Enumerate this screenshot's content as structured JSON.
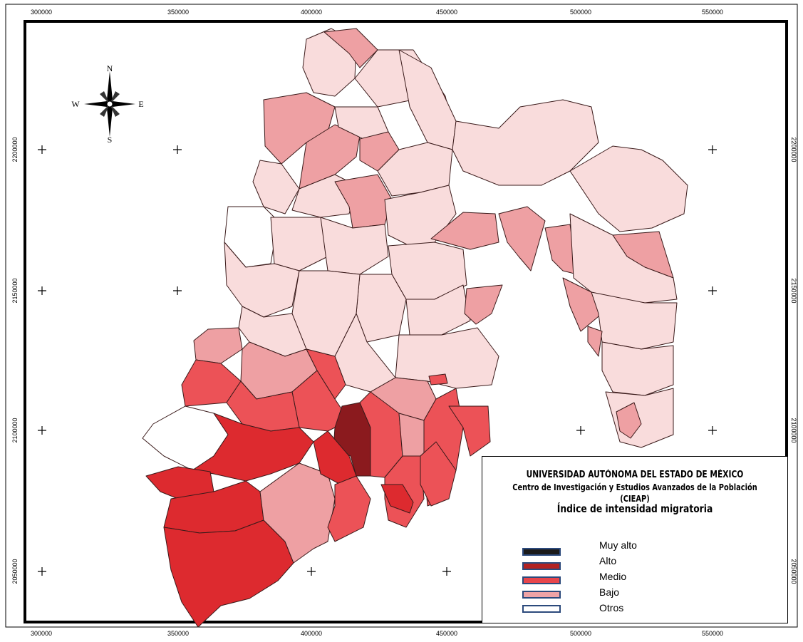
{
  "axes": {
    "x_ticks": [
      "300000",
      "350000",
      "400000",
      "450000",
      "500000",
      "550000"
    ],
    "y_ticks": [
      "2200000",
      "2150000",
      "2100000",
      "2050000"
    ]
  },
  "compass": {
    "n": "N",
    "s": "S",
    "e": "E",
    "w": "W"
  },
  "legend": {
    "institution": "UNIVERSIDAD AUTÓNOMA DEL ESTADO DE MÉXICO",
    "center": "Centro de Investigación y Estudios Avanzados de la Población",
    "acronym": "(CIEAP)",
    "index_title": "Índice de  intensidad migratoria",
    "items": [
      {
        "label": "Muy alto",
        "color": "#1a1a1a"
      },
      {
        "label": "Alto",
        "color": "#b22222"
      },
      {
        "label": "Medio",
        "color": "#e8464c"
      },
      {
        "label": "Bajo",
        "color": "#eea3a6"
      },
      {
        "label": "Otros",
        "color": "#ffffff"
      }
    ]
  },
  "colors": {
    "muy_alto": "#8b1a1e",
    "alto": "#dd2a2f",
    "medio": "#ec5257",
    "bajo": "#eea0a3",
    "muy_bajo": "#f9dcdc",
    "otros": "#ffffff"
  }
}
